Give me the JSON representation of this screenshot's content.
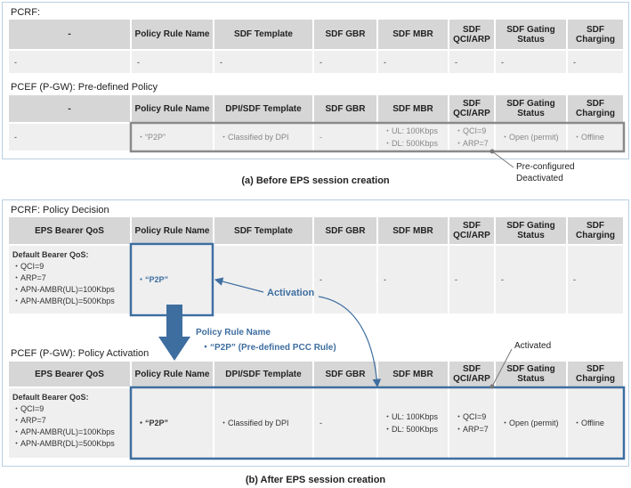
{
  "section_a": {
    "pcrf_label": "PCRF:",
    "pcef_label": "PCEF (P-GW): Pre-defined Policy",
    "pcrf_header_first": "-",
    "pcrf_headers": [
      "Policy Rule Name",
      "SDF Template",
      "SDF GBR",
      "SDF MBR",
      "SDF QCI/ARP",
      "SDF Gating Status",
      "SDF Charging"
    ],
    "pcrf_row": [
      "-",
      "-",
      "-",
      "-",
      "-",
      "-",
      "-",
      "-"
    ],
    "pcef_header_first": "-",
    "pcef_headers": [
      "Policy Rule Name",
      "DPI/SDF Template",
      "SDF GBR",
      "SDF MBR",
      "SDF QCI/ARP",
      "SDF Gating Status",
      "SDF Charging"
    ],
    "pcef_row": {
      "first": "-",
      "rule": "・“P2P”",
      "template": "・Classified by DPI",
      "gbr": "-",
      "mbr": [
        "・UL: 100Kbps",
        "・DL: 500Kbps"
      ],
      "qci": [
        "・QCI=9",
        "・ARP=7"
      ],
      "gating": "・Open (permit)",
      "charging": "・Offline"
    },
    "annotation": [
      "Pre-configured",
      "Deactivated"
    ],
    "caption": "(a) Before EPS session creation"
  },
  "section_b": {
    "pcrf_label": "PCRF: Policy Decision",
    "pcef_label": "PCEF (P-GW): Policy Activation",
    "pcrf_header_first": "EPS Bearer QoS",
    "pcrf_headers": [
      "Policy Rule Name",
      "SDF Template",
      "SDF GBR",
      "SDF MBR",
      "SDF QCI/ARP",
      "SDF Gating Status",
      "SDF Charging"
    ],
    "bearer": {
      "title": "Default Bearer QoS:",
      "items": [
        "・QCI=9",
        "・ARP=7",
        "・APN-AMBR(UL)=100Kbps",
        "・APN-AMBR(DL)=500Kbps"
      ]
    },
    "pcrf_row": {
      "rule": "・“P2P”",
      "template": "-",
      "gbr": "-",
      "mbr": "-",
      "qci": "-",
      "gating": "-",
      "charging": "-"
    },
    "pcef_header_first": "EPS  Bearer QoS",
    "pcef_headers": [
      "Policy Rule Name",
      "DPI/SDF Template",
      "SDF GBR",
      "SDF MBR",
      "SDF QCI/ARP",
      "SDF Gating Status",
      "SDF Charging"
    ],
    "pcef_row": {
      "rule": "・“P2P”",
      "template": "・Classified by DPI",
      "gbr": "-",
      "mbr": [
        "・UL: 100Kbps",
        "・DL: 500Kbps"
      ],
      "qci": [
        "・QCI=9",
        "・ARP=7"
      ],
      "gating": "・Open (permit)",
      "charging": "・Offline"
    },
    "activation_label": "Activation",
    "policy_rule_label": [
      "Policy Rule Name",
      "・“P2P” (Pre-defined PCC Rule)"
    ],
    "activated_label": "Activated",
    "caption": "(b) After EPS session creation"
  },
  "colors": {
    "highlight_blue": "#3e6ea0",
    "header_grey": "#d6d6d6",
    "cell_grey": "#efefef",
    "frame_blue": "#b9cfe0"
  }
}
